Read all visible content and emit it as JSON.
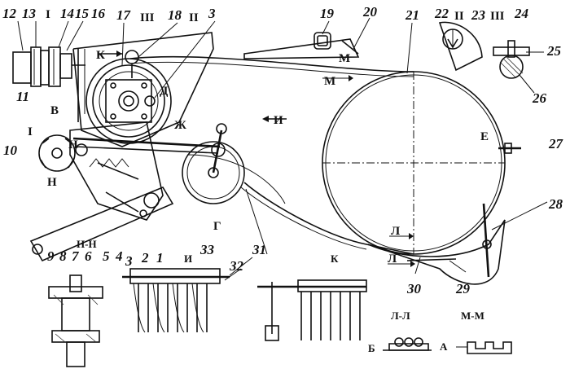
{
  "diagram": {
    "part_numbers": [
      "12",
      "13",
      "14",
      "15",
      "16",
      "17",
      "18",
      "3",
      "19",
      "20",
      "21",
      "22",
      "23",
      "24",
      "25",
      "26",
      "27",
      "28",
      "29",
      "30",
      "31",
      "32",
      "33",
      "11",
      "10",
      "9",
      "8",
      "7",
      "6",
      "5",
      "4",
      "3",
      "2",
      "1"
    ],
    "letter_labels": {
      "I_top": "I",
      "III_top": "III",
      "II_top": "II",
      "II_right": "II",
      "III_right": "III",
      "K_arrow": "К",
      "D": "Д",
      "V": "В",
      "Zh": "Ж",
      "I_arrow": "И",
      "I_left": "I",
      "N_upper": "Н",
      "N_lower": "Н",
      "G": "Г",
      "E": "Е",
      "M_upper": "М",
      "M_lower": "М",
      "L_upper": "Л",
      "L_lower": "Л"
    },
    "section_titles": {
      "nn": "Н-Н",
      "i": "И",
      "k": "К",
      "ll": "Л-Л",
      "mm": "М-М"
    },
    "dimension_labels": {
      "b": "Б",
      "a": "А"
    }
  }
}
